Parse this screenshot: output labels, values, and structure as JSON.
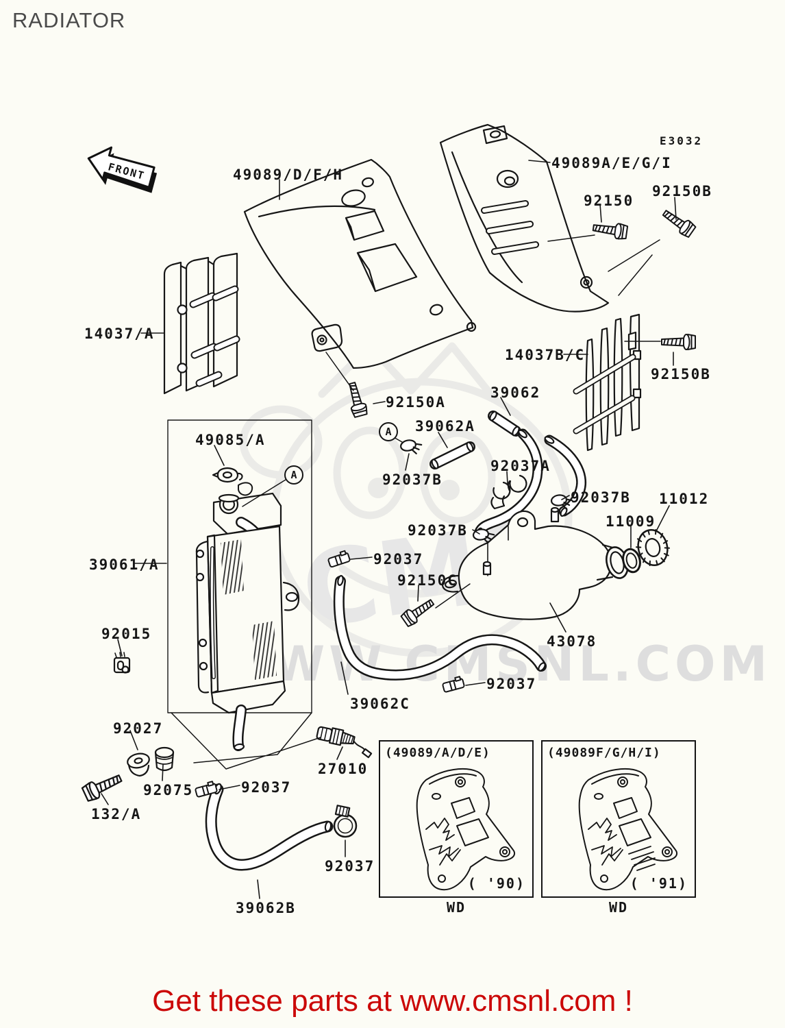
{
  "page": {
    "title": "RADIATOR",
    "diagram_code": "E3032",
    "front_arrow": "FRONT",
    "detail_marker": "A",
    "footer_link": "Get these parts at www.cmsnl.com !",
    "watermark": {
      "brand": "CMS",
      "url_text": "WWW.CMSNL.COM"
    }
  },
  "callouts": {
    "shroud_left": "49089/D/F/H",
    "shroud_right": "49089A/E/G/I",
    "bolt_92150": "92150",
    "bolt_92150b_top": "92150B",
    "guard_left": "14037/A",
    "bolt_92150a": "92150A",
    "guard_right": "14037B/C",
    "bolt_92150b_right": "92150B",
    "hose_39062": "39062",
    "hose_39062a": "39062A",
    "clamp_92037b_1": "92037B",
    "holder_92037a": "92037A",
    "clamp_92037b_right": "92037B",
    "cap_11012": "11012",
    "seal_11009": "11009",
    "cap_49085": "49085/A",
    "clamp_92037b_center": "92037B",
    "clamp_92037_mid": "92037",
    "bolt_92150c": "92150C",
    "radiator": "39061/A",
    "tank": "43078",
    "clamp_92015": "92015",
    "clamp_92037_tank": "92037",
    "hose_39062c": "39062C",
    "grommet_92027": "92027",
    "damper_92075": "92075",
    "bolt_132": "132/A",
    "clamp_92037_mid2": "92037",
    "sensor_27010": "27010",
    "clamp_92037_b2": "92037",
    "hose_39062b": "39062B"
  },
  "insets": [
    {
      "title": "(49089/A/D/E)",
      "year": "( '90)",
      "caption": "WD"
    },
    {
      "title": "(49089F/G/H/I)",
      "year": "( '91)",
      "caption": "WD"
    }
  ]
}
